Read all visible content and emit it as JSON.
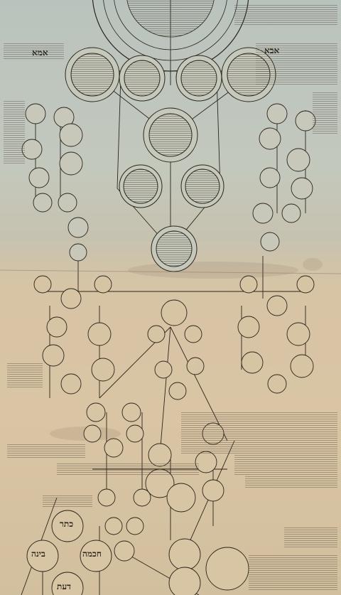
{
  "diagram": {
    "upper_labels": {
      "imma": "אמא",
      "abba": "אבא"
    },
    "lower_labels": {
      "keter": "כתר",
      "binah": "בינה",
      "chokhmah": "חכמה",
      "daat": "דעת"
    },
    "colors": {
      "ink": "#2b251d",
      "paper_top": "#b9c3bd",
      "paper_bottom": "#d7c4a5"
    }
  }
}
